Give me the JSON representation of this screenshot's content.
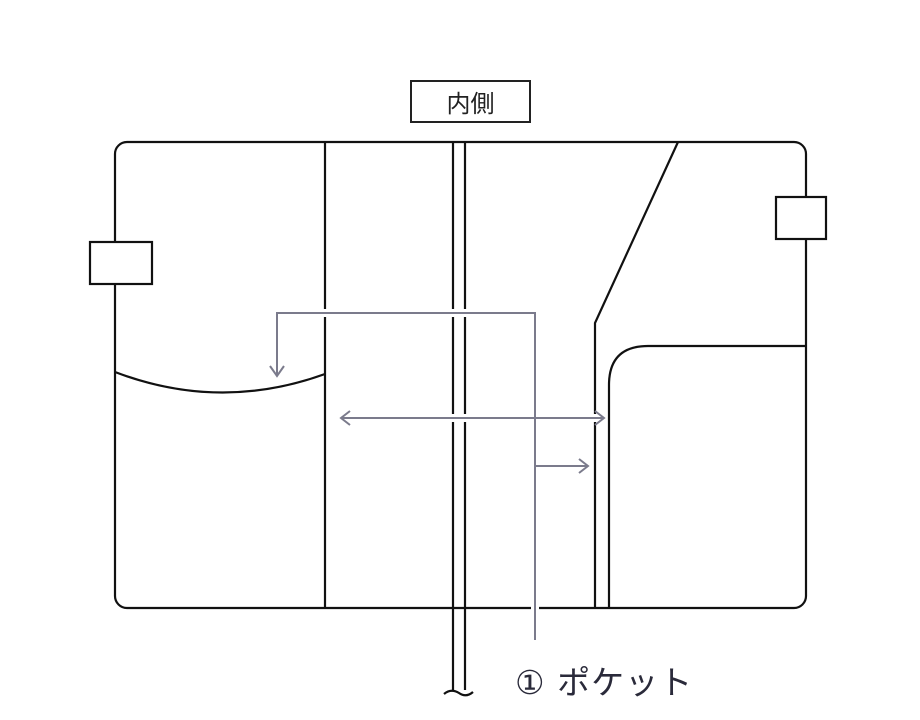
{
  "diagram": {
    "title": "内側",
    "callouts": [
      {
        "number": "①",
        "label": "ポケット"
      }
    ],
    "colors": {
      "outline": "#111111",
      "pointer": "#7b7b8c",
      "text": "#2a2a3a"
    }
  }
}
